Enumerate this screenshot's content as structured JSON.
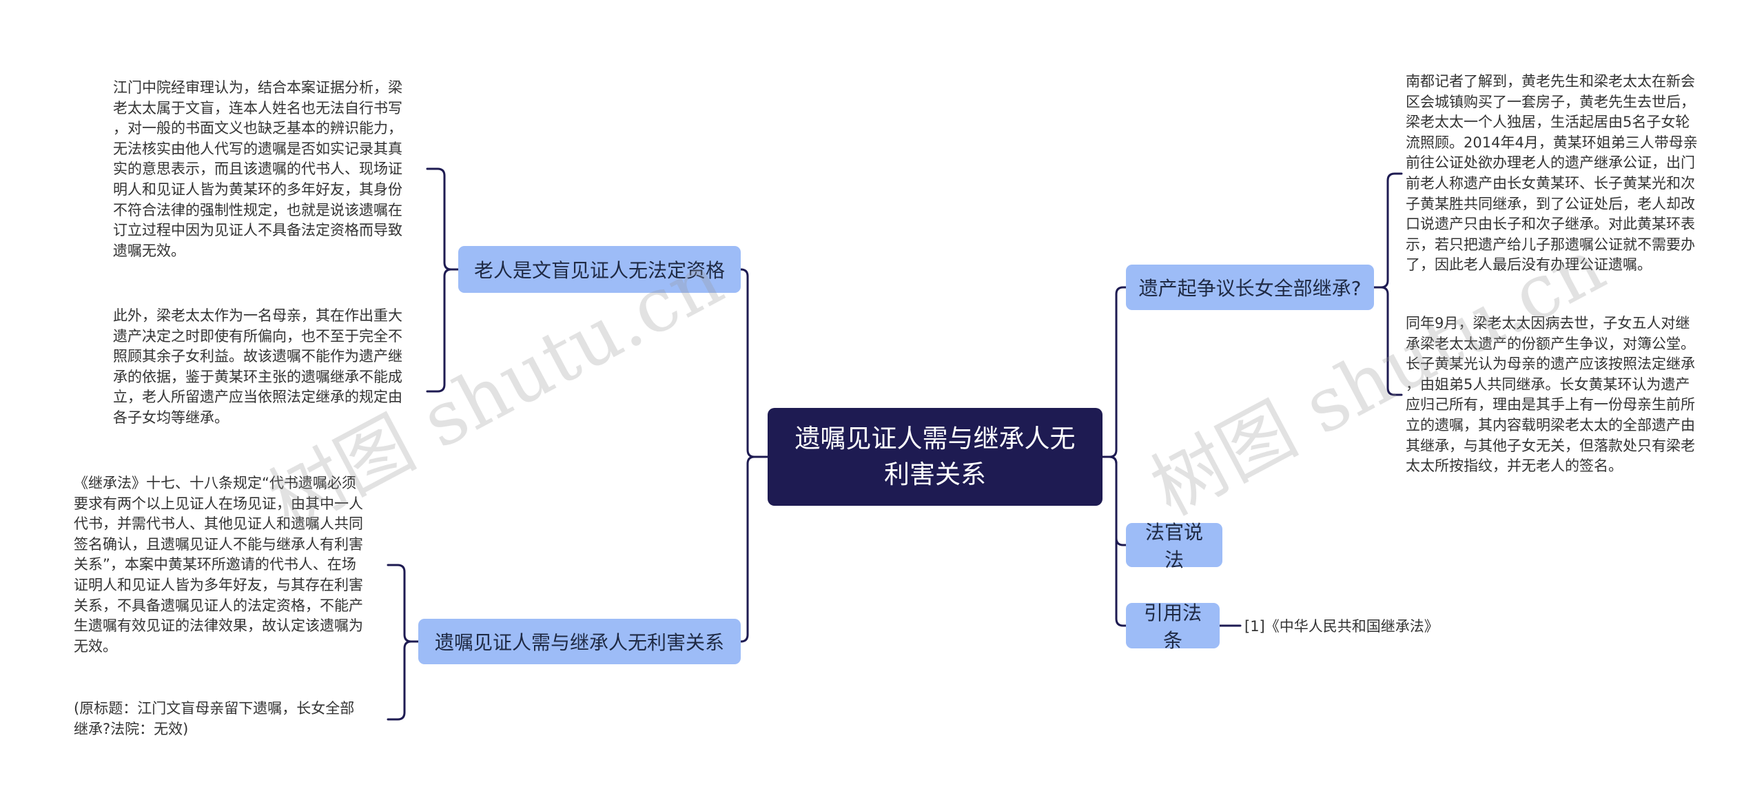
{
  "root": {
    "label": "遗嘱见证人需与继承人无利害关系"
  },
  "branches": {
    "left_top": {
      "label": "老人是文盲见证人无法定资格",
      "leaves": [
        "江门中院经审理认为，结合本案证据分析，梁\n老太太属于文盲，连本人姓名也无法自行书写\n，对一般的书面文义也缺乏基本的辨识能力，\n无法核实由他人代写的遗嘱是否如实记录其真\n实的意思表示，而且该遗嘱的代书人、现场证\n明人和见证人皆为黄某环的多年好友，其身份\n不符合法律的强制性规定，也就是说该遗嘱在\n订立过程中因为见证人不具备法定资格而导致\n遗嘱无效。",
        "此外，梁老太太作为一名母亲，其在作出重大\n遗产决定之时即使有所偏向，也不至于完全不\n照顾其余子女利益。故该遗嘱不能作为遗产继\n承的依据，鉴于黄某环主张的遗嘱继承不能成\n立，老人所留遗产应当依照法定继承的规定由\n各子女均等继承。"
      ]
    },
    "left_bottom": {
      "label": "遗嘱见证人需与继承人无利害关系",
      "leaves": [
        "《继承法》十七、十八条规定“代书遗嘱必须\n要求有两个以上见证人在场见证，由其中一人\n代书，并需代书人、其他见证人和遗嘱人共同\n签名确认，且遗嘱见证人不能与继承人有利害\n关系”，本案中黄某环所邀请的代书人、在场\n证明人和见证人皆为多年好友，与其存在利害\n关系，不具备遗嘱见证人的法定资格，不能产\n生遗嘱有效见证的法律效果，故认定该遗嘱为\n无效。",
        "(原标题：江门文盲母亲留下遗嘱，长女全部\n继承?法院：无效)"
      ]
    },
    "right_top": {
      "label": "遗产起争议长女全部继承?",
      "leaves": [
        "南都记者了解到，黄老先生和梁老太太在新会\n区会城镇购买了一套房子，黄老先生去世后，\n梁老太太一个人独居，生活起居由5名子女轮\n流照顾。2014年4月，黄某环姐弟三人带母亲\n前往公证处欲办理老人的遗产继承公证，出门\n前老人称遗产由长女黄某环、长子黄某光和次\n子黄某胜共同继承，到了公证处后，老人却改\n口说遗产只由长子和次子继承。对此黄某环表\n示，若只把遗产给儿子那遗嘱公证就不需要办\n了，因此老人最后没有办理公证遗嘱。",
        "同年9月，梁老太太因病去世，子女五人对继\n承梁老太太遗产的份额产生争议，对簿公堂。\n长子黄某光认为母亲的遗产应该按照法定继承\n，由姐弟5人共同继承。长女黄某环认为遗产\n应归己所有，理由是其手上有一份母亲生前所\n立的遗嘱，其内容载明梁老太太的全部遗产由\n其继承，与其他子女无关，但落款处只有梁老\n太太所按指纹，并无老人的签名。"
      ]
    },
    "right_middle": {
      "label": "法官说法"
    },
    "right_bottom": {
      "label": "引用法条",
      "leaves": [
        "[1]《中华人民共和国继承法》"
      ]
    }
  },
  "watermarks": [
    "树图 shutu.cn",
    "树图 shutu.cn"
  ],
  "colors": {
    "root_bg": "#1e1b52",
    "branch_bg": "#9dbcf7",
    "line": "#1e1b52",
    "text": "#333333"
  }
}
